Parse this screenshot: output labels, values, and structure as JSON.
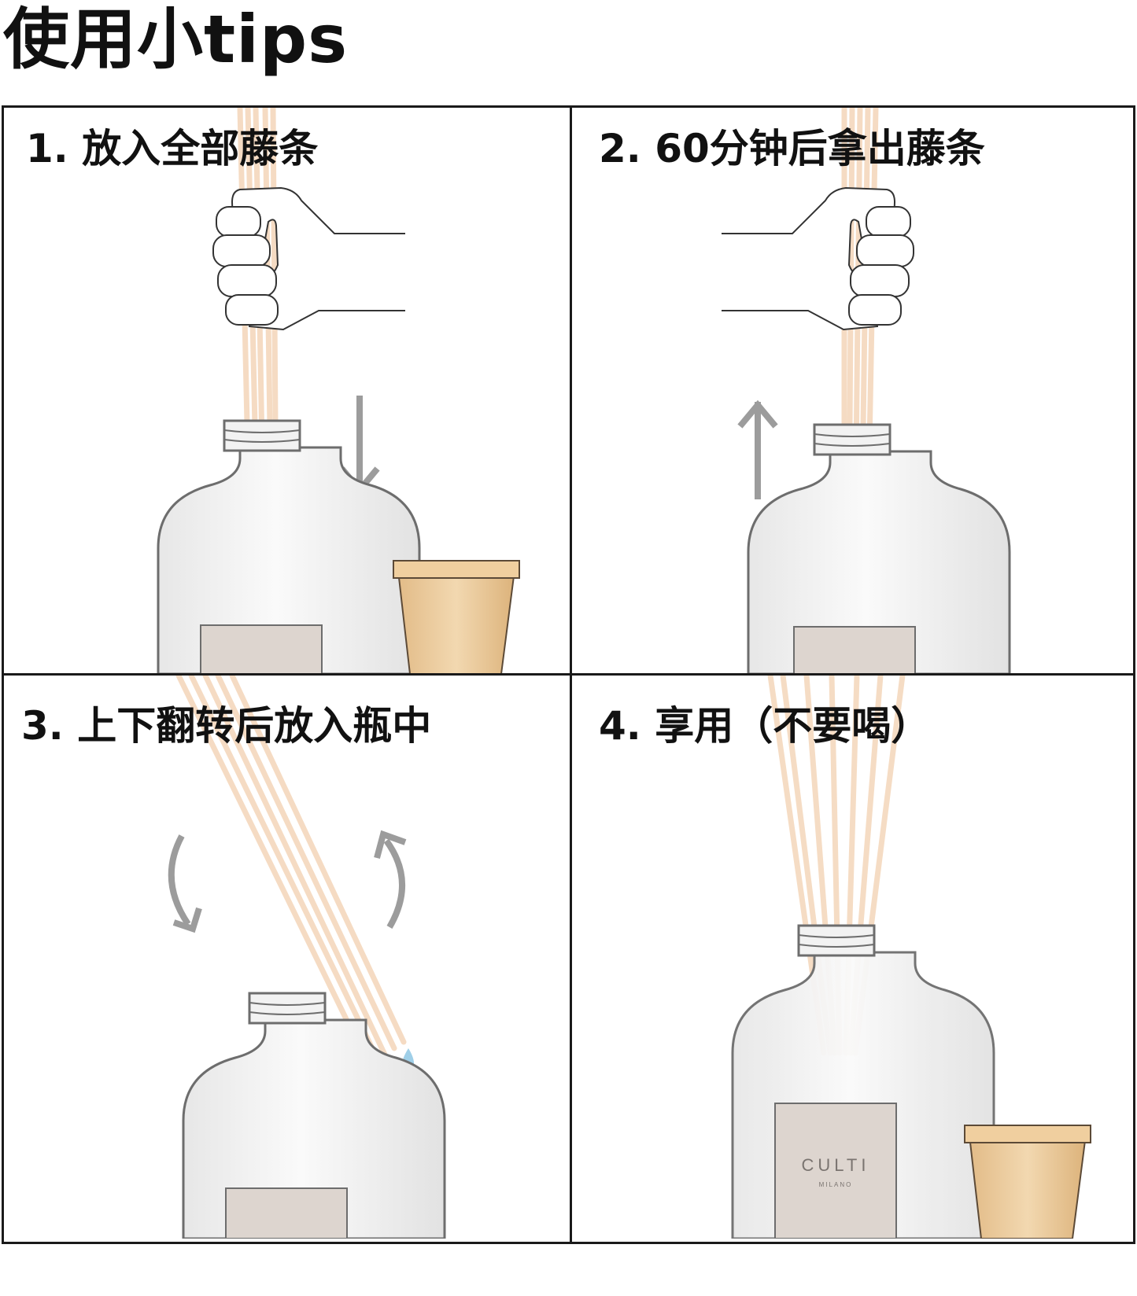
{
  "title": "使用小tips",
  "steps": [
    {
      "label": "1. 放入全部藤条"
    },
    {
      "label": "2. 60分钟后拿出藤条"
    },
    {
      "label": "3. 上下翻转后放入瓶中"
    },
    {
      "label": "4. 享用（不要喝）"
    }
  ],
  "brand": {
    "name": "CULTI",
    "sub": "MILANO"
  },
  "icons": {
    "hand": "hand-icon",
    "down": "arrow-down-icon",
    "up": "arrow-up-icon",
    "flip": "rotate-arrows-icon",
    "drops": "water-drops-icon"
  },
  "colors": {
    "reed": "#f5d9be",
    "bottle_outline": "#6d6d6d",
    "label_fill": "#ddd5cf",
    "arrow": "#9c9c9c",
    "wood": "#eac99b",
    "drop": "#9fcfe8"
  }
}
